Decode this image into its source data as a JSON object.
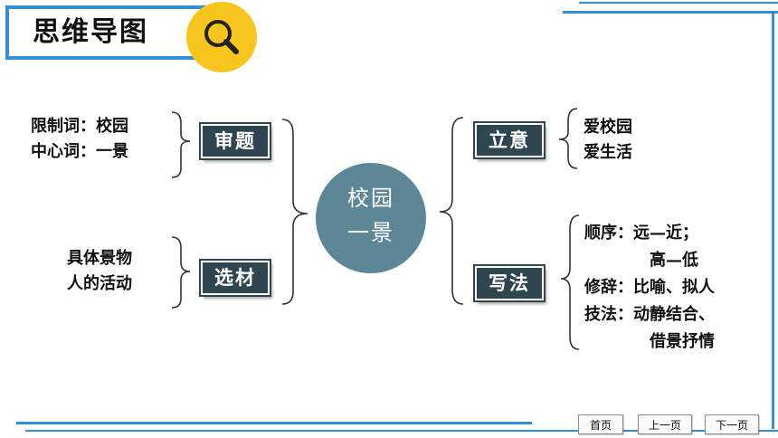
{
  "header": {
    "title": "思维导图",
    "search_icon": "search-icon"
  },
  "center": {
    "line1": "校园",
    "line2": "一景"
  },
  "nodes": {
    "shenti": "审题",
    "xuancai": "选材",
    "liyi": "立意",
    "xiefa": "写法"
  },
  "notes": {
    "shenti_lines": [
      "限制词：校园",
      "中心词：一景"
    ],
    "xuancai_lines": [
      "具体景物",
      "人的活动"
    ],
    "liyi_lines": [
      "爱校园",
      "爱生活"
    ],
    "xiefa_lines": [
      "顺序：远—近；",
      "高—低",
      "修辞：比喻、拟人",
      "技法：动静结合、",
      "借景抒情"
    ]
  },
  "nav": {
    "first": "首页",
    "prev": "上一页",
    "next": "下一页"
  },
  "colors": {
    "accent": "#2f8fd8",
    "node": "#2f4550",
    "center": "#5d8796",
    "search": "#f7c51e"
  }
}
